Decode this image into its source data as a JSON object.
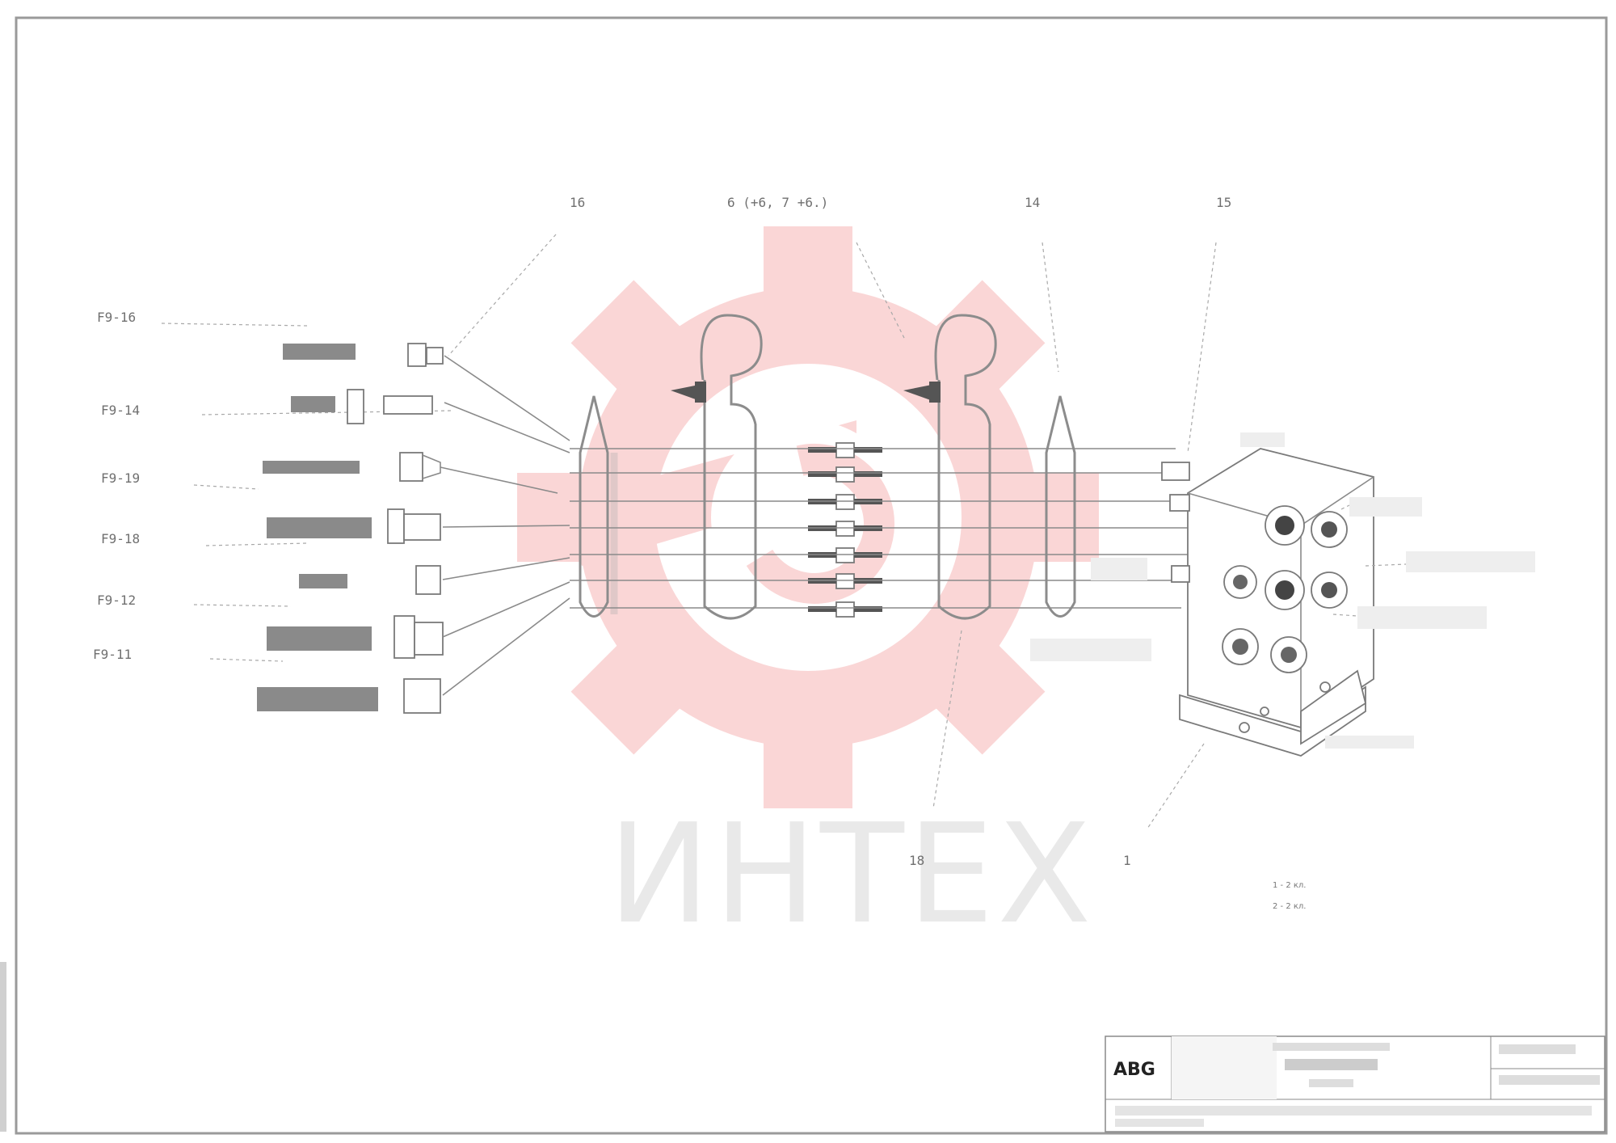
{
  "title": "",
  "watermark": {
    "text": "ИНТЕХ",
    "gear_color": "#f4a3a3",
    "text_color": "#9a9a9a"
  },
  "callouts": {
    "top": [
      "16",
      "6 (+6, 7 +6.)",
      "14",
      "15"
    ],
    "bottom_center": "18",
    "bottom_right": "1"
  },
  "left_refs": [
    "F9-16",
    "F9-14",
    "F9-19",
    "F9-18",
    "F9-12",
    "F9-11"
  ],
  "notes": [
    "1 - 2 кл.",
    "2 - 2 кл."
  ],
  "title_block": {
    "logo": "ABG"
  }
}
